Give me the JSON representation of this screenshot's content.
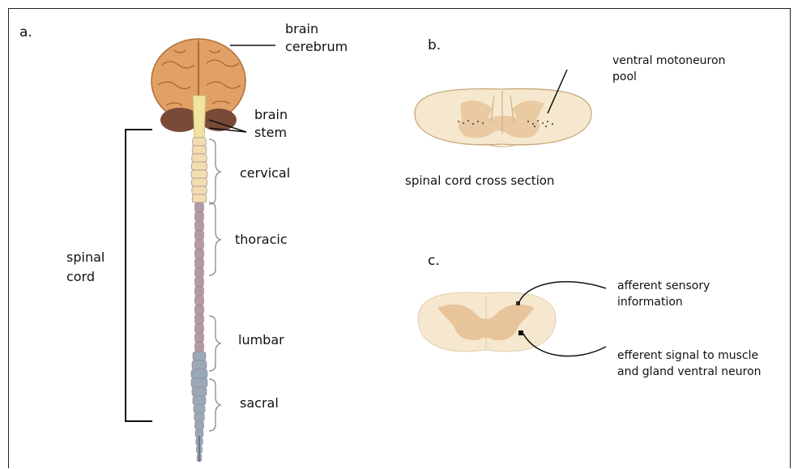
{
  "panels": {
    "a": "a.",
    "b": "b.",
    "c": "c."
  },
  "panel_a": {
    "brain_cerebrum_line1": "brain",
    "brain_cerebrum_line2": "cerebrum",
    "brain_stem_line1": "brain",
    "brain_stem_line2": "stem",
    "cervical": "cervical",
    "thoracic": "thoracic",
    "lumbar": "lumbar",
    "sacral": "sacral",
    "spinal_cord_line1": "spinal",
    "spinal_cord_line2": "cord"
  },
  "panel_b": {
    "pool_label_line1": "ventral motoneuron",
    "pool_label_line2": "pool",
    "caption": "spinal cord cross section"
  },
  "panel_c": {
    "afferent_line1": "afferent sensory",
    "afferent_line2": "information",
    "efferent_line1": "efferent signal to muscle",
    "efferent_line2": "and gland ventral neuron"
  },
  "colors": {
    "brain": "#e0a066",
    "brain_dark": "#b06e38",
    "cerebellum": "#7a4a38",
    "cervical": "#f2ddb0",
    "thoracic": "#b59aa6",
    "lumbar": "#9aa8b8",
    "cord_white": "#f6e8cf",
    "cord_grey": "#e8c49a"
  }
}
